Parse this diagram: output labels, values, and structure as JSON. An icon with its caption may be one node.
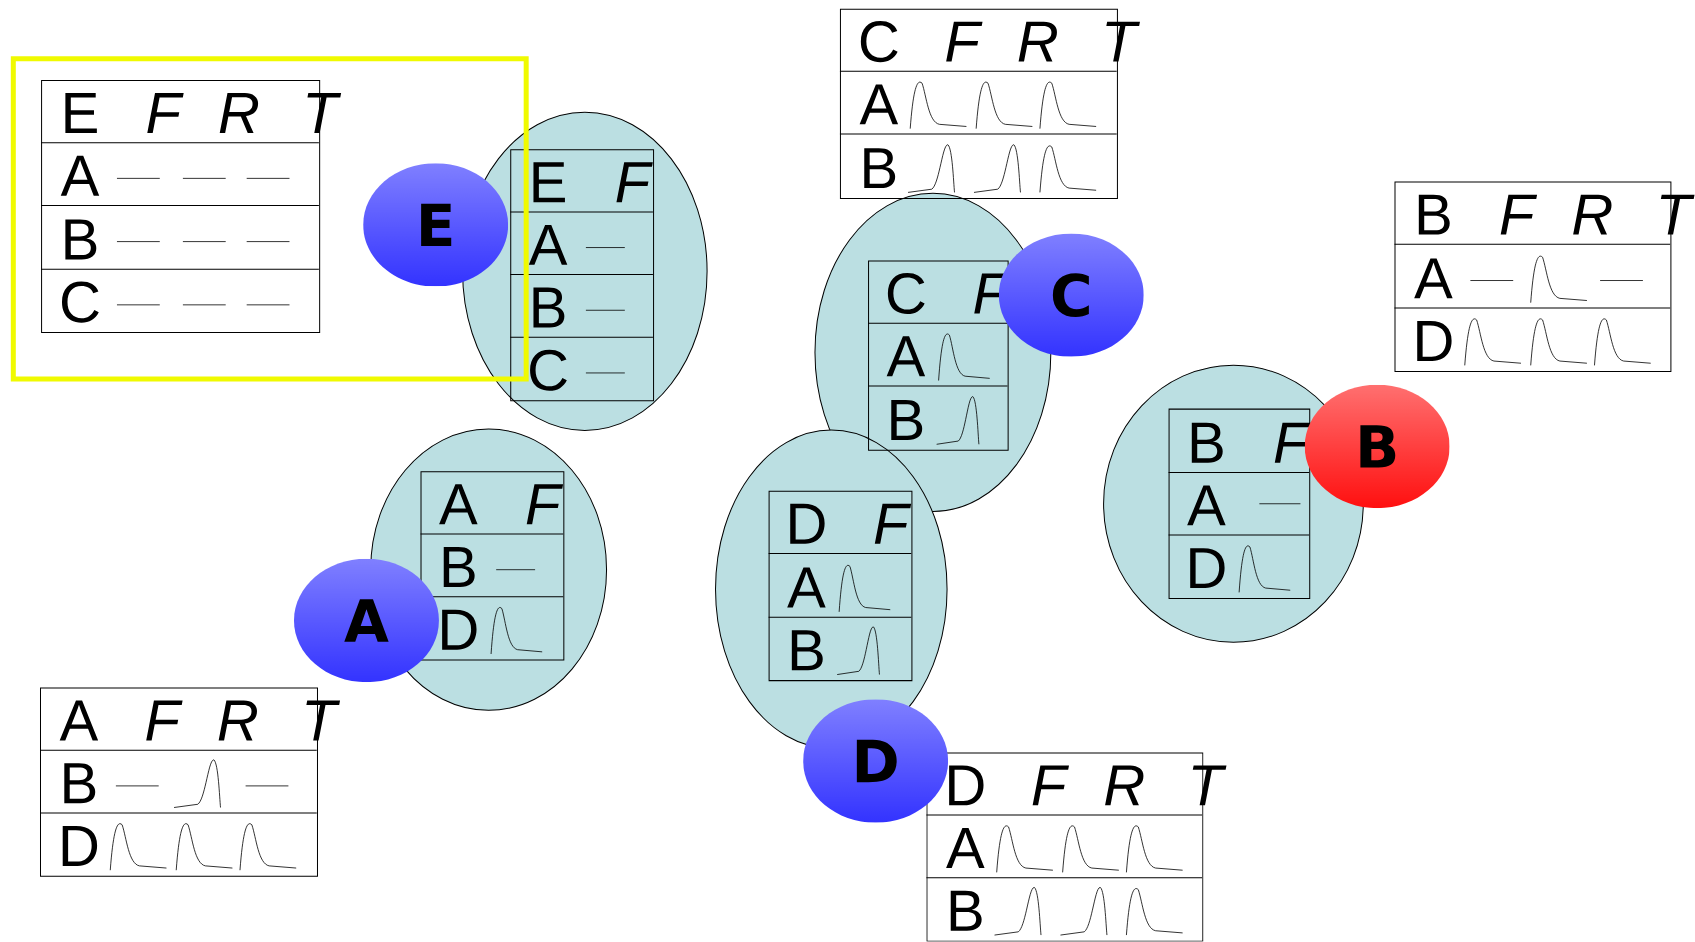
{
  "diagram": {
    "nodes": [
      {
        "text": [],
        "shape": "box"
      },
      {
        "text": [
          "E",
          "F",
          "R",
          "T",
          "A",
          "B",
          "C"
        ],
        "in": 0
      },
      {
        "text": [],
        "shape": "ellipse"
      },
      {
        "text": [
          "E",
          "F",
          "A",
          "B",
          "C"
        ],
        "in": 2
      },
      {
        "text": [
          "E"
        ],
        "in": 0
      },
      {
        "text": [
          "C",
          "F",
          "R",
          "T",
          "A",
          "B"
        ]
      },
      {
        "text": [],
        "shape": "ellipse"
      },
      {
        "text": [
          "C",
          "F",
          "A",
          "B"
        ],
        "in": 6
      },
      {
        "text": [
          "C"
        ]
      },
      {
        "text": [
          "B",
          "F",
          "R",
          "T",
          "A",
          "D"
        ]
      },
      {
        "text": [],
        "shape": "ellipse"
      },
      {
        "text": [
          "B",
          "F",
          "A",
          "D"
        ],
        "in": 10
      },
      {
        "text": [
          "B"
        ]
      },
      {
        "text": [],
        "shape": "ellipse"
      },
      {
        "text": [
          "A",
          "F",
          "B",
          "D"
        ],
        "in": 13
      },
      {
        "text": [
          "A"
        ]
      },
      {
        "text": [
          "A",
          "F",
          "R",
          "T",
          "B",
          "D"
        ]
      },
      {
        "text": [],
        "shape": "ellipse"
      },
      {
        "text": [
          "D",
          "F",
          "A",
          "B"
        ],
        "in": 17
      },
      {
        "text": [
          "D"
        ]
      },
      {
        "text": [
          "D",
          "F",
          "R",
          "T",
          "A",
          "B"
        ]
      }
    ]
  }
}
